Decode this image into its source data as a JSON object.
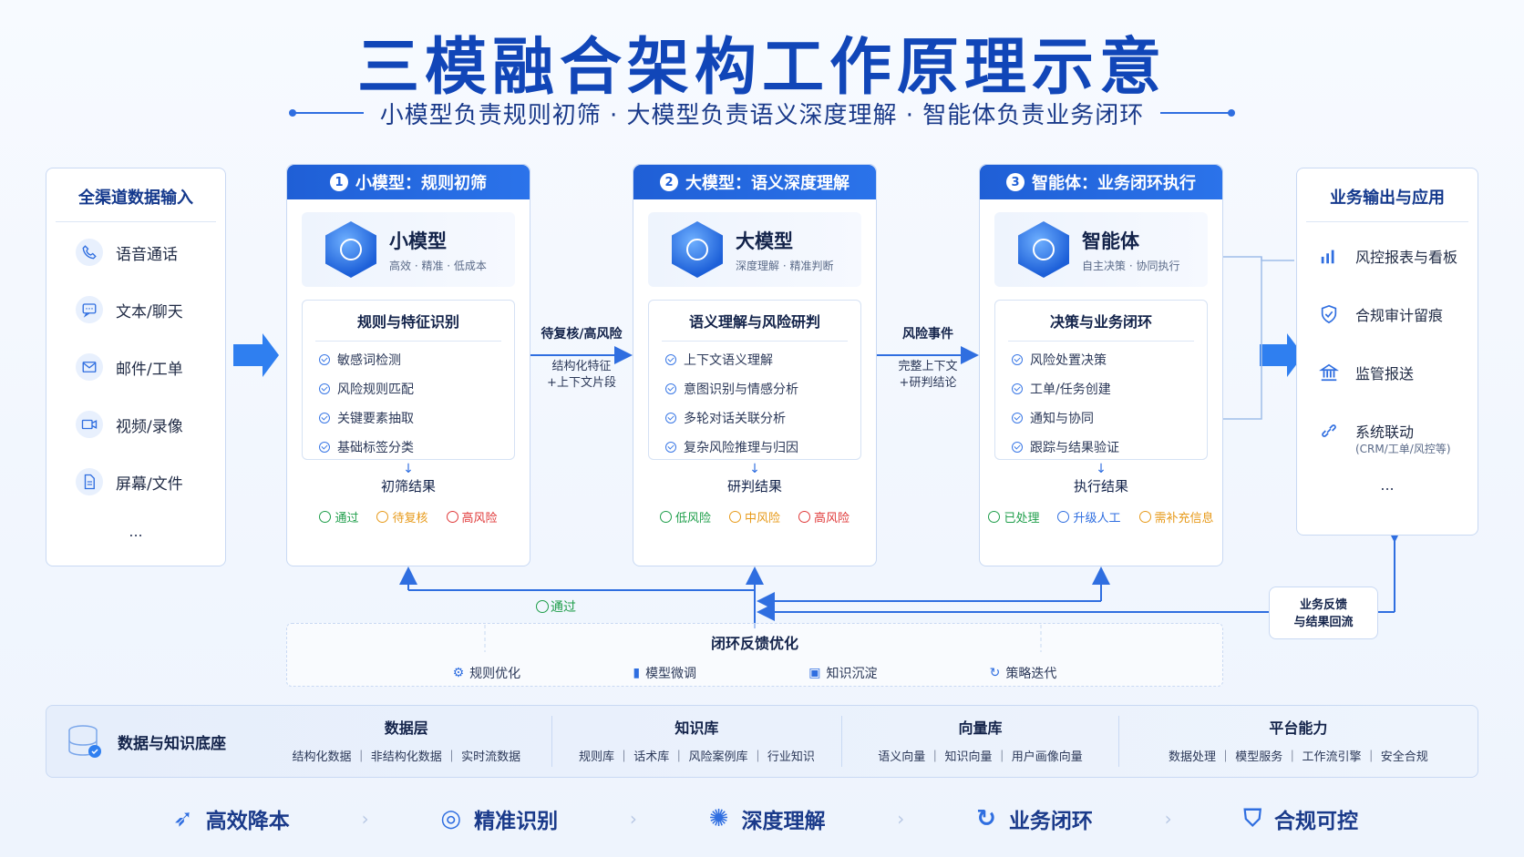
{
  "title": "三模融合架构工作原理示意",
  "subtitle": "小模型负责规则初筛 · 大模型负责语义深度理解 · 智能体负责业务闭环",
  "input": {
    "title": "全渠道数据输入",
    "items": [
      "语音通话",
      "文本/聊天",
      "邮件/工单",
      "视频/录像",
      "屏幕/文件"
    ],
    "more": "..."
  },
  "columns": [
    {
      "num": "1",
      "header": "小模型：规则初筛",
      "name": "小模型",
      "sub": "高效 · 精准 · 低成本",
      "section": "规则与特征识别",
      "items": [
        "敏感词检测",
        "风险规则匹配",
        "关键要素抽取",
        "基础标签分类"
      ],
      "result_title": "初筛结果",
      "results": [
        {
          "label": "通过",
          "color": "#1e9e4a"
        },
        {
          "label": "待复核",
          "color": "#e79a1a"
        },
        {
          "label": "高风险",
          "color": "#e03a3a"
        }
      ]
    },
    {
      "num": "2",
      "header": "大模型：语义深度理解",
      "name": "大模型",
      "sub": "深度理解 · 精准判断",
      "section": "语义理解与风险研判",
      "items": [
        "上下文语义理解",
        "意图识别与情感分析",
        "多轮对话关联分析",
        "复杂风险推理与归因"
      ],
      "result_title": "研判结果",
      "results": [
        {
          "label": "低风险",
          "color": "#1e9e4a"
        },
        {
          "label": "中风险",
          "color": "#e79a1a"
        },
        {
          "label": "高风险",
          "color": "#e03a3a"
        }
      ]
    },
    {
      "num": "3",
      "header": "智能体：业务闭环执行",
      "name": "智能体",
      "sub": "自主决策 · 协同执行",
      "section": "决策与业务闭环",
      "items": [
        "风险处置决策",
        "工单/任务创建",
        "通知与协同",
        "跟踪与结果验证"
      ],
      "result_title": "执行结果",
      "results": [
        {
          "label": "已处理",
          "color": "#1e9e4a"
        },
        {
          "label": "升级人工",
          "color": "#2f6ee0"
        },
        {
          "label": "需补充信息",
          "color": "#e79a1a"
        }
      ]
    }
  ],
  "arrows": {
    "a1": {
      "label": "待复核/高风险",
      "sub1": "结构化特征",
      "sub2": "+上下文片段"
    },
    "a2": {
      "label": "风险事件",
      "sub1": "完整上下文",
      "sub2": "+研判结论"
    }
  },
  "output": {
    "title": "业务输出与应用",
    "items": [
      "风控报表与看板",
      "合规审计留痕",
      "监管报送",
      "系统联动"
    ],
    "note": "(CRM/工单/风控等)",
    "more": "..."
  },
  "feedback": {
    "pass": "通过",
    "biz_feedback_1": "业务反馈",
    "biz_feedback_2": "与结果回流",
    "title": "闭环反馈优化",
    "items": [
      "规则优化",
      "模型微调",
      "知识沉淀",
      "策略迭代"
    ]
  },
  "base": {
    "title": "数据与知识底座",
    "cols": [
      {
        "title": "数据层",
        "sub": "结构化数据 ｜ 非结构化数据 ｜ 实时流数据"
      },
      {
        "title": "知识库",
        "sub": "规则库 ｜ 话术库 ｜ 风险案例库 ｜ 行业知识"
      },
      {
        "title": "向量库",
        "sub": "语义向量 ｜ 知识向量 ｜ 用户画像向量"
      },
      {
        "title": "平台能力",
        "sub": "数据处理 ｜ 模型服务 ｜ 工作流引擎 ｜ 安全合规"
      }
    ]
  },
  "features": [
    "高效降本",
    "精准识别",
    "深度理解",
    "业务闭环",
    "合规可控"
  ],
  "colors": {
    "primary": "#1f5fd6",
    "title": "#1146b8"
  }
}
